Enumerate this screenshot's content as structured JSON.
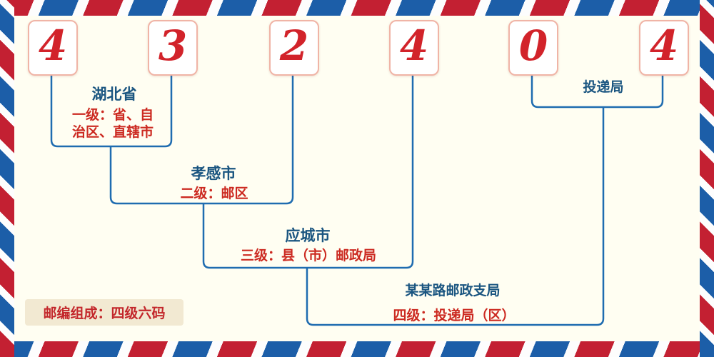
{
  "postal_code": {
    "digits": [
      "4",
      "3",
      "2",
      "4",
      "0",
      "4"
    ]
  },
  "levels": {
    "level1": {
      "name": "湖北省",
      "desc_line1": "一级：省、自",
      "desc_line2": "治区、直辖市"
    },
    "level2": {
      "name": "孝感市",
      "desc": "二级：邮区"
    },
    "level3": {
      "name": "应城市",
      "desc": "三级：县（市）邮政局"
    },
    "level4": {
      "name": "某某路邮政支局",
      "desc": "四级：投递局（区）"
    },
    "delivery": {
      "name": "投递局"
    }
  },
  "footer": {
    "composition": "邮编组成：四级六码"
  },
  "colors": {
    "digit": "#d2232a",
    "digit_box_border": "#f0b4a6",
    "line": "#1f6cb0",
    "name_text": "#1a5580",
    "desc_text": "#cc2a21",
    "background": "#fffef2",
    "border_red": "#c32032",
    "border_blue": "#1c5ea8",
    "badge_background": "#f2e9d2"
  }
}
